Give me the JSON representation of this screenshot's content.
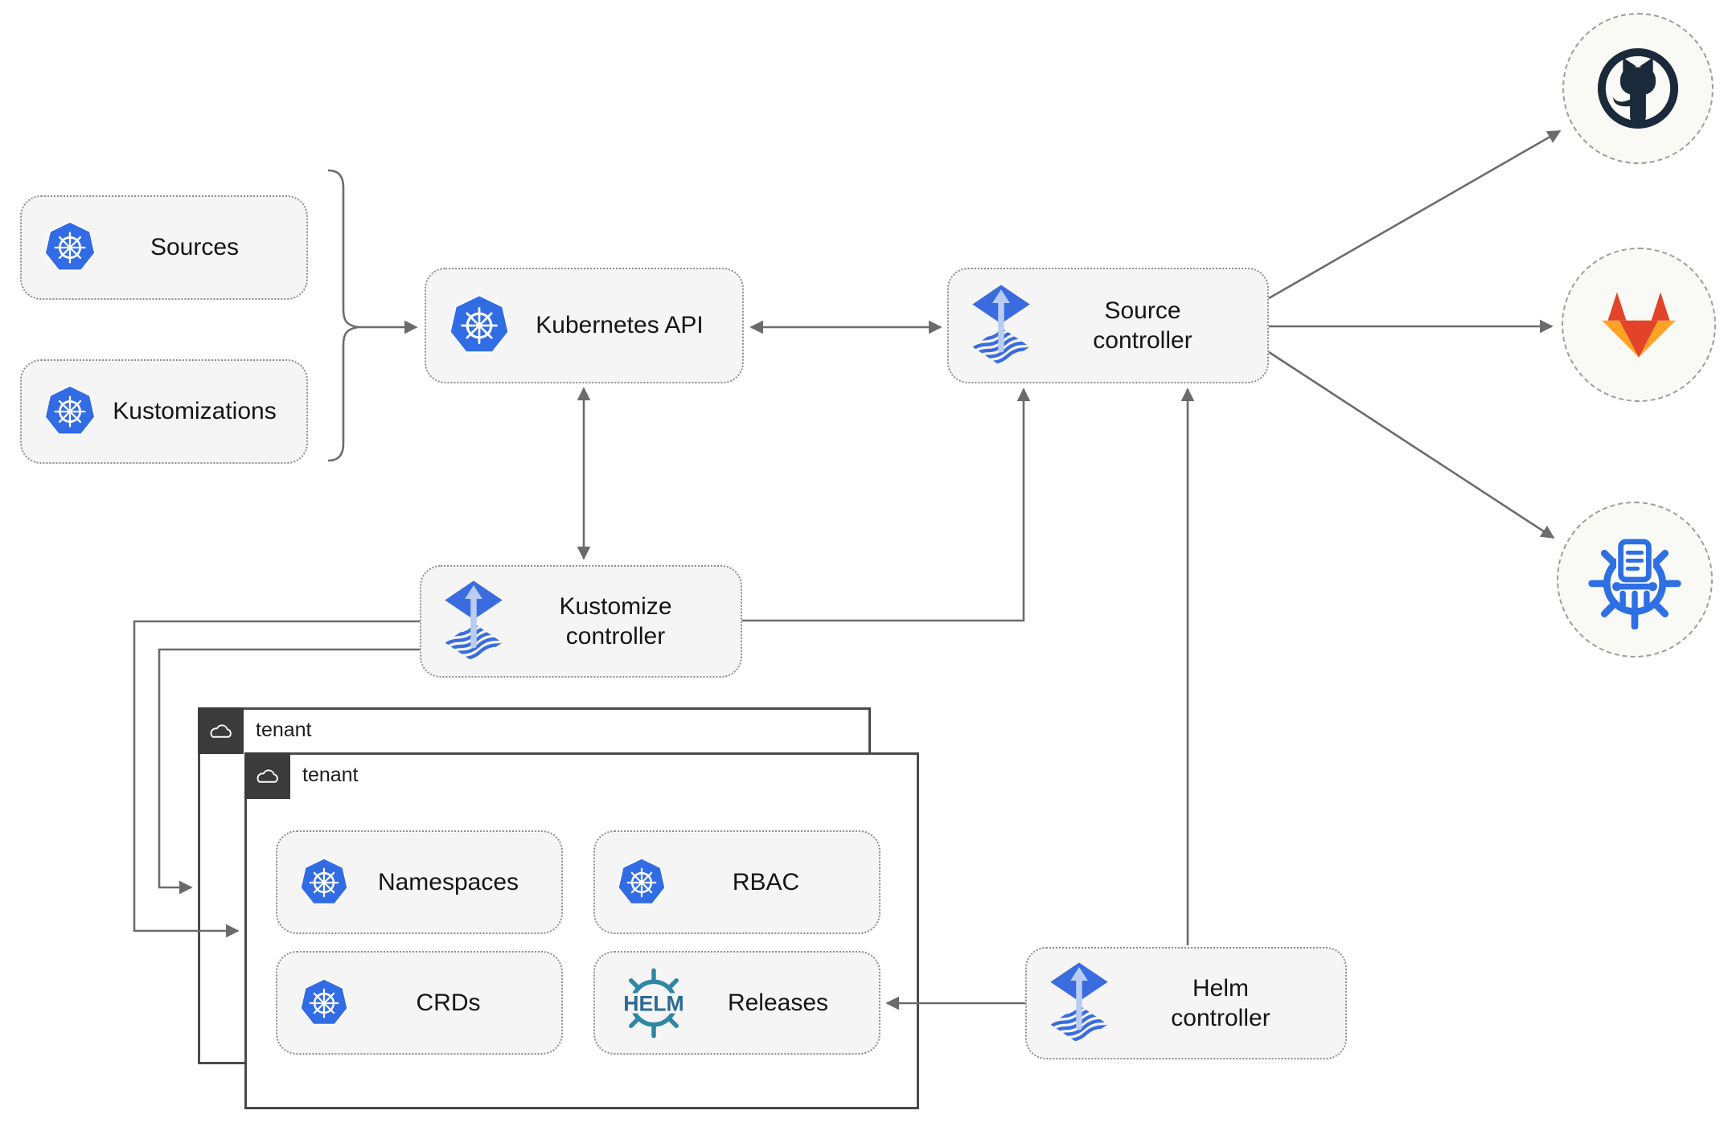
{
  "diagram": {
    "nodes": {
      "sources": {
        "label": "Sources",
        "icon": "kubernetes"
      },
      "kustomizations": {
        "label": "Kustomizations",
        "icon": "kubernetes"
      },
      "kubernetes_api": {
        "label": "Kubernetes API",
        "icon": "kubernetes"
      },
      "source_controller": {
        "label": "Source controller",
        "icon": "flux"
      },
      "kustomize_controller": {
        "label": "Kustomize controller",
        "icon": "flux"
      },
      "helm_controller": {
        "label": "Helm controller",
        "icon": "flux"
      }
    },
    "tenant_groups": {
      "outer": {
        "label": "tenant",
        "icon": "cloud"
      },
      "inner": {
        "label": "tenant",
        "icon": "cloud"
      }
    },
    "tenant_resources": {
      "namespaces": {
        "label": "Namespaces",
        "icon": "kubernetes"
      },
      "rbac": {
        "label": "RBAC",
        "icon": "kubernetes"
      },
      "crds": {
        "label": "CRDs",
        "icon": "kubernetes"
      },
      "releases": {
        "label": "Releases",
        "icon": "helm",
        "logo_text": "HELM"
      }
    },
    "external_targets": [
      {
        "name": "github",
        "icon": "github-icon"
      },
      {
        "name": "gitlab",
        "icon": "gitlab-icon"
      },
      {
        "name": "chartmuseum",
        "icon": "chartmuseum-icon"
      }
    ],
    "colors": {
      "kubernetes_blue": "#326ce5",
      "flux_blue": "#3a6ce0",
      "flux_arrow_light": "#b9ccf2",
      "helm_teal": "#2f87a6",
      "helm_text_blue": "#2c6a93",
      "gitlab_orange_dark": "#e24329",
      "gitlab_orange_light": "#fca326",
      "github_dark": "#1b2a3a",
      "chartmuseum_blue": "#2e6fe3",
      "connector_gray": "#6b6b6b",
      "node_fill": "#f5f5f5",
      "tenant_border": "#4a4a4a",
      "tenant_tab_fill": "#3b3b3b"
    }
  }
}
